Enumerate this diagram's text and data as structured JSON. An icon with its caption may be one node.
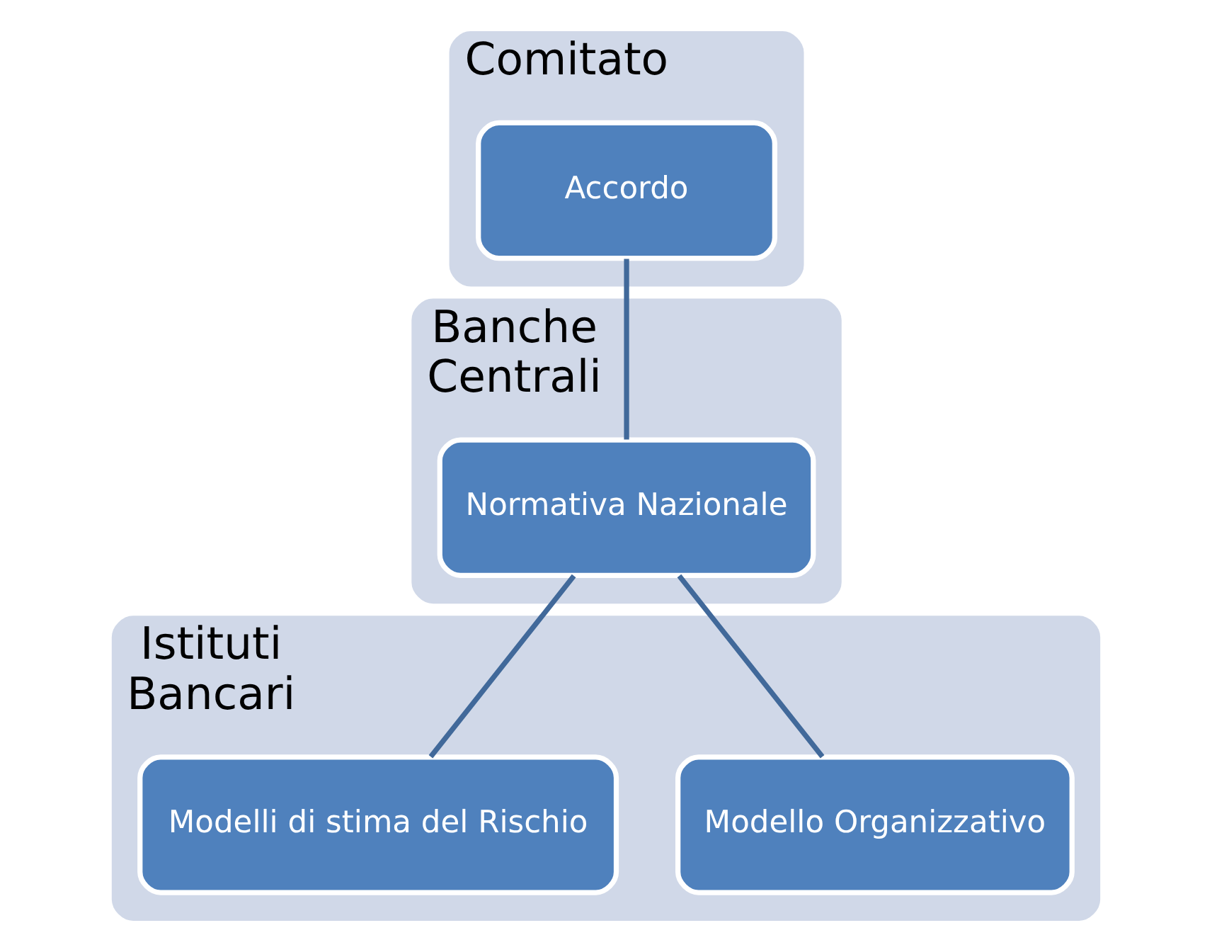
{
  "diagram": {
    "nodes": [
      {
        "text": [
          "Comitato"
        ]
      },
      {
        "text": [
          "Accordo"
        ],
        "in": 0
      },
      {
        "text": [
          "Banche Centrali"
        ]
      },
      {
        "text": [
          "Normativa Nazionale"
        ],
        "in": 2
      },
      {
        "text": [
          "Istituti Bancari"
        ]
      },
      {
        "text": [
          "Modello Organizzativo"
        ],
        "in": 4
      },
      {
        "text": [
          "Modelli di stima del Rischio"
        ],
        "in": 4
      }
    ],
    "edges": [
      {
        "from": 1,
        "to": 3,
        "arrow": "none"
      },
      {
        "from": 3,
        "to": 5,
        "arrow": "none"
      },
      {
        "from": 3,
        "to": 6,
        "arrow": "none"
      }
    ]
  }
}
